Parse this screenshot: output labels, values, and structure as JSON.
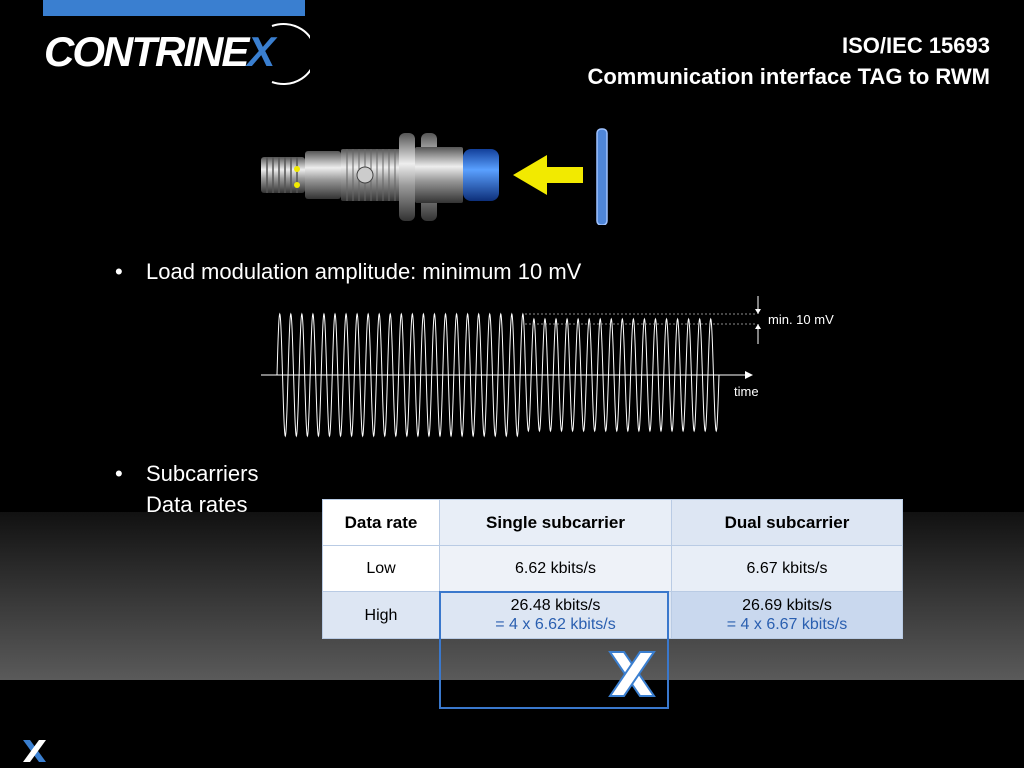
{
  "brand": {
    "logo_text": "CONTRINE",
    "logo_x": "X"
  },
  "title": {
    "line1": "ISO/IEC 15693",
    "line2": "Communication interface TAG to RWM"
  },
  "bullets": {
    "load_modulation": "Load modulation amplitude: minimum 10 mV",
    "subcarriers": "Subcarriers",
    "data_rates": "Data rates",
    "bullet_glyph": "•"
  },
  "waveform": {
    "amplitude_label": "min. 10 mV",
    "axis_label": "time"
  },
  "table": {
    "headers": [
      "Data rate",
      "Single subcarrier",
      "Dual subcarrier"
    ],
    "rows": [
      {
        "rate": "Low",
        "single": "6.62 kbits/s",
        "dual": "6.67 kbits/s"
      },
      {
        "rate": "High",
        "single": "26.48 kbits/s",
        "single_formula": "= 4 x 6.62 kbits/s",
        "dual": "26.69 kbits/s",
        "dual_formula": "= 4 x 6.67 kbits/s"
      }
    ]
  },
  "colors": {
    "accent_blue": "#3a7fd0",
    "arrow_yellow": "#f2ea00",
    "formula_blue": "#2a5fb0",
    "background": "#000000"
  },
  "icons": [
    "contrinex-logo-icon",
    "sensor-icon",
    "arrow-left-icon",
    "tag-disc-icon",
    "x-logo-icon"
  ]
}
